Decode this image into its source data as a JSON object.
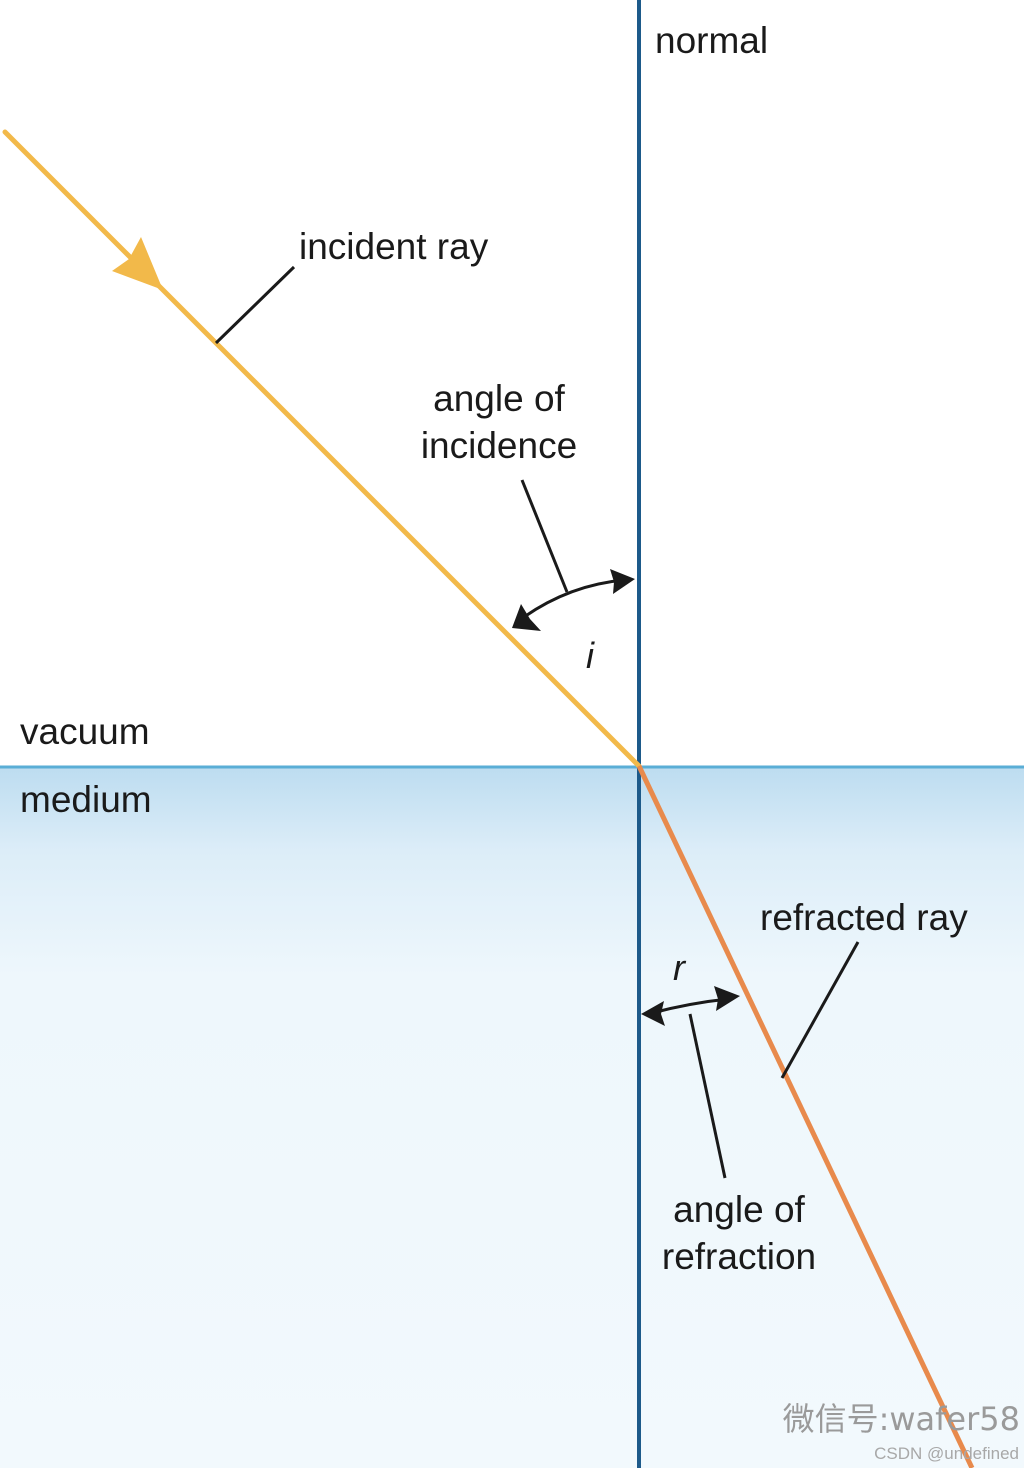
{
  "labels": {
    "normal": "normal",
    "incident_ray": "incident ray",
    "angle_of_incidence_line1": "angle of",
    "angle_of_incidence_line2": "incidence",
    "incidence_symbol": "i",
    "vacuum": "vacuum",
    "medium": "medium",
    "refracted_ray": "refracted ray",
    "refraction_symbol": "r",
    "angle_of_refraction_line1": "angle of",
    "angle_of_refraction_line2": "refraction"
  },
  "watermark": {
    "main": "微信号:wafer58",
    "sub": "CSDN @undefined"
  },
  "colors": {
    "normal_line": "#1d5a8a",
    "interface_line": "#5aaed6",
    "incident_ray": "#f2b94a",
    "refracted_ray": "#e88a4c",
    "medium_top": "#bcdcf0",
    "medium_bottom": "#f2f9fd",
    "text": "#1a1a1a"
  }
}
